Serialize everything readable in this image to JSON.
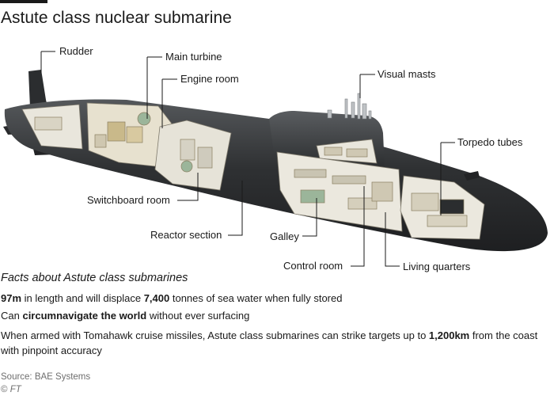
{
  "title": "Astute class nuclear submarine",
  "labels": {
    "rudder": "Rudder",
    "main_turbine": "Main turbine",
    "engine_room": "Engine room",
    "visual_masts": "Visual masts",
    "torpedo_tubes": "Torpedo tubes",
    "switchboard_room": "Switchboard room",
    "reactor_section": "Reactor section",
    "galley": "Galley",
    "control_room": "Control room",
    "living_quarters": "Living quarters"
  },
  "facts": {
    "heading": "Facts about Astute class submarines",
    "fact1": {
      "length": "97m",
      "text_a": " in length and will displace ",
      "tonnes": "7,400",
      "text_b": " tonnes of sea water when fully stored"
    },
    "fact2": {
      "prefix": "Can ",
      "bold": "circumnavigate the world",
      "suffix": " without ever surfacing"
    },
    "fact3": {
      "text_a": "When armed with Tomahawk cruise missiles, Astute class submarines can strike targets up to ",
      "distance": "1,200km",
      "text_b": " from the coast with pinpoint accuracy"
    }
  },
  "source": "Source: BAE Systems",
  "copyright": {
    "symbol": "©",
    "brand": "FT"
  },
  "colors": {
    "hull": "#2b2d2f",
    "hull_light": "#4a4d50",
    "interior": "#e9e6dc",
    "interior_accent": "#c9b98a",
    "equipment_green": "#9bb59a",
    "leader": "#1a1a1a"
  }
}
